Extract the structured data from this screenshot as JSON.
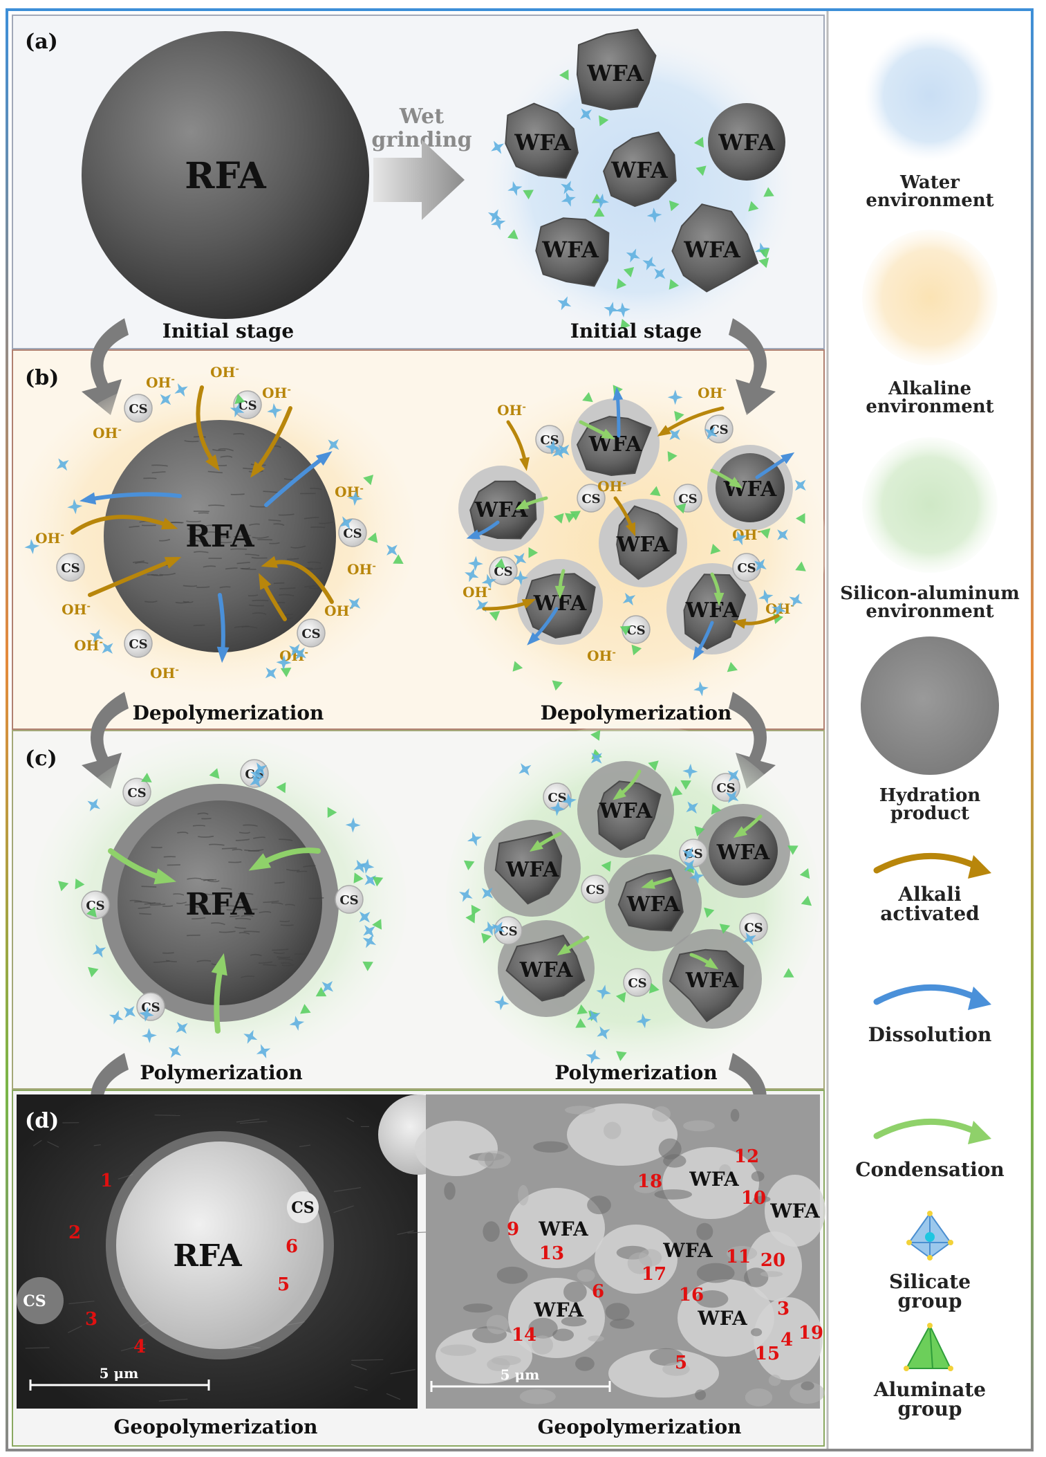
{
  "panels": {
    "a": {
      "label": "(a)",
      "left_particle": "RFA",
      "arrow_label_1": "Wet",
      "arrow_label_2": "grinding",
      "right_particles": [
        "WFA",
        "WFA",
        "WFA",
        "WFA",
        "WFA",
        "WFA"
      ],
      "left_caption": "Initial stage",
      "right_caption": "Initial stage"
    },
    "b": {
      "label": "(b)",
      "left_particle": "RFA",
      "right_particles": [
        "WFA",
        "WFA",
        "WFA",
        "WFA",
        "WFA",
        "WFA"
      ],
      "ion": "OH",
      "ion_charge": "-",
      "cs": "CS",
      "left_caption": "Depolymerization",
      "right_caption": "Depolymerization"
    },
    "c": {
      "label": "(c)",
      "left_particle": "RFA",
      "right_particles": [
        "WFA",
        "WFA",
        "WFA",
        "WFA",
        "WFA",
        "WFA"
      ],
      "cs": "CS",
      "left_caption": "Polymerization",
      "right_caption": "Polymerization"
    },
    "d": {
      "label": "(d)",
      "left_particle": "RFA",
      "left_cs": [
        "CS",
        "CS"
      ],
      "left_points": [
        "1",
        "2",
        "3",
        "4",
        "5",
        "6"
      ],
      "left_scale": "5 μm",
      "right_wfa": [
        "WFA",
        "WFA",
        "WFA",
        "WFA",
        "WFA",
        "WFA"
      ],
      "right_points": [
        "3",
        "4",
        "5",
        "6",
        "9",
        "10",
        "11",
        "12",
        "13",
        "14",
        "15",
        "16",
        "17",
        "18",
        "19",
        "20"
      ],
      "right_scale": "5 μm",
      "left_caption": "Geopolymerization",
      "right_caption": "Geopolymerization"
    }
  },
  "legend": [
    {
      "line1": "Water",
      "line2": "environment"
    },
    {
      "line1": "Alkaline",
      "line2": "environment"
    },
    {
      "line1": "Silicon-aluminum",
      "line2": "environment"
    },
    {
      "line1": "Hydration",
      "line2": "product"
    },
    {
      "line1": "Alkali",
      "line2": "activated"
    },
    {
      "line1": "Dissolution",
      "line2": ""
    },
    {
      "line1": "Condensation",
      "line2": ""
    },
    {
      "line1": "Silicate",
      "line2": "group"
    },
    {
      "line1": "Aluminate",
      "line2": "group"
    }
  ],
  "colors": {
    "water": "#cfe1f3",
    "alkaline": "#fcebc8",
    "silal": "#d7eccf",
    "hydration": "#8c8c8c",
    "alkali_arrow": "#b8860b",
    "dissolution_arrow": "#4a90d9",
    "condensation_arrow": "#8fd16a",
    "label_red": "#e01010"
  }
}
